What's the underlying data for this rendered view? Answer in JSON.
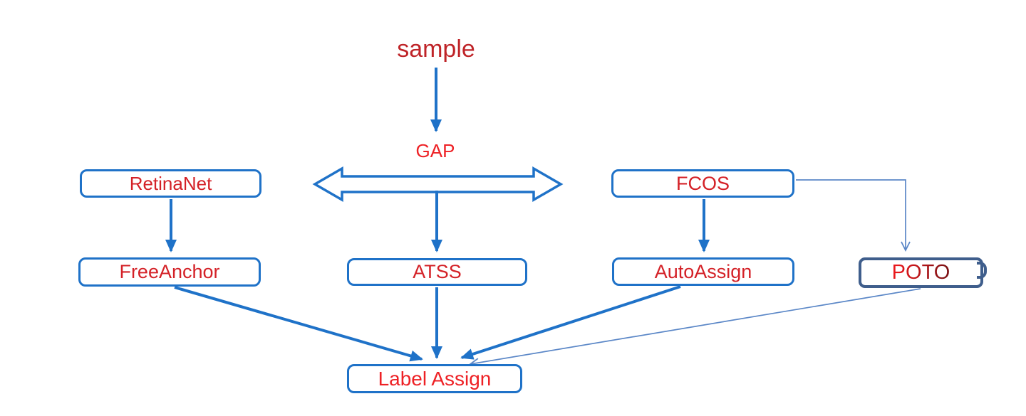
{
  "diagram": {
    "nodes": {
      "sample": {
        "label": "sample",
        "shape": "text",
        "color": "#bf2428"
      },
      "gap": {
        "label": "GAP",
        "shape": "text",
        "color": "#ee2125"
      },
      "retinanet": {
        "label": "RetinaNet",
        "shape": "rounded-box",
        "color": "#d42127"
      },
      "fcos": {
        "label": "FCOS",
        "shape": "rounded-box",
        "color": "#d42127"
      },
      "freeanchor": {
        "label": "FreeAnchor",
        "shape": "rounded-box",
        "color": "#d42127"
      },
      "atss": {
        "label": "ATSS",
        "shape": "rounded-box",
        "color": "#d42127"
      },
      "autoassign": {
        "label": "AutoAssign",
        "shape": "rounded-box",
        "color": "#d42127"
      },
      "poto": {
        "label": "POTO",
        "shape": "rounded-box-dark",
        "color": "#a8151a"
      },
      "label_assign": {
        "label": "Label Assign",
        "shape": "rounded-box",
        "color": "#ee2125"
      }
    },
    "edges": [
      {
        "from": "sample",
        "to": "gap",
        "style": "solid-arrow"
      },
      {
        "between": [
          "retinanet",
          "fcos"
        ],
        "style": "double-headed-block-arrow"
      },
      {
        "from": "gap",
        "to": "atss",
        "style": "solid-arrow"
      },
      {
        "from": "retinanet",
        "to": "freeanchor",
        "style": "solid-arrow"
      },
      {
        "from": "fcos",
        "to": "autoassign",
        "style": "solid-arrow"
      },
      {
        "from": "fcos",
        "to": "poto",
        "style": "thin-elbow-open-arrow"
      },
      {
        "from": "freeanchor",
        "to": "label_assign",
        "style": "solid-arrow"
      },
      {
        "from": "atss",
        "to": "label_assign",
        "style": "solid-arrow"
      },
      {
        "from": "autoassign",
        "to": "label_assign",
        "style": "solid-arrow"
      },
      {
        "from": "poto",
        "to": "label_assign",
        "style": "thin-open-arrow"
      }
    ],
    "colors": {
      "primary_blue": "#1f72c8",
      "thin_line_blue": "#5b87c7",
      "poto_border_blue": "#3f5e8c",
      "node_text_red": "#d42127",
      "bright_red": "#ee2125",
      "sample_red": "#bf2428",
      "poto_text_red": "#a8151a",
      "background": "#ffffff"
    }
  }
}
